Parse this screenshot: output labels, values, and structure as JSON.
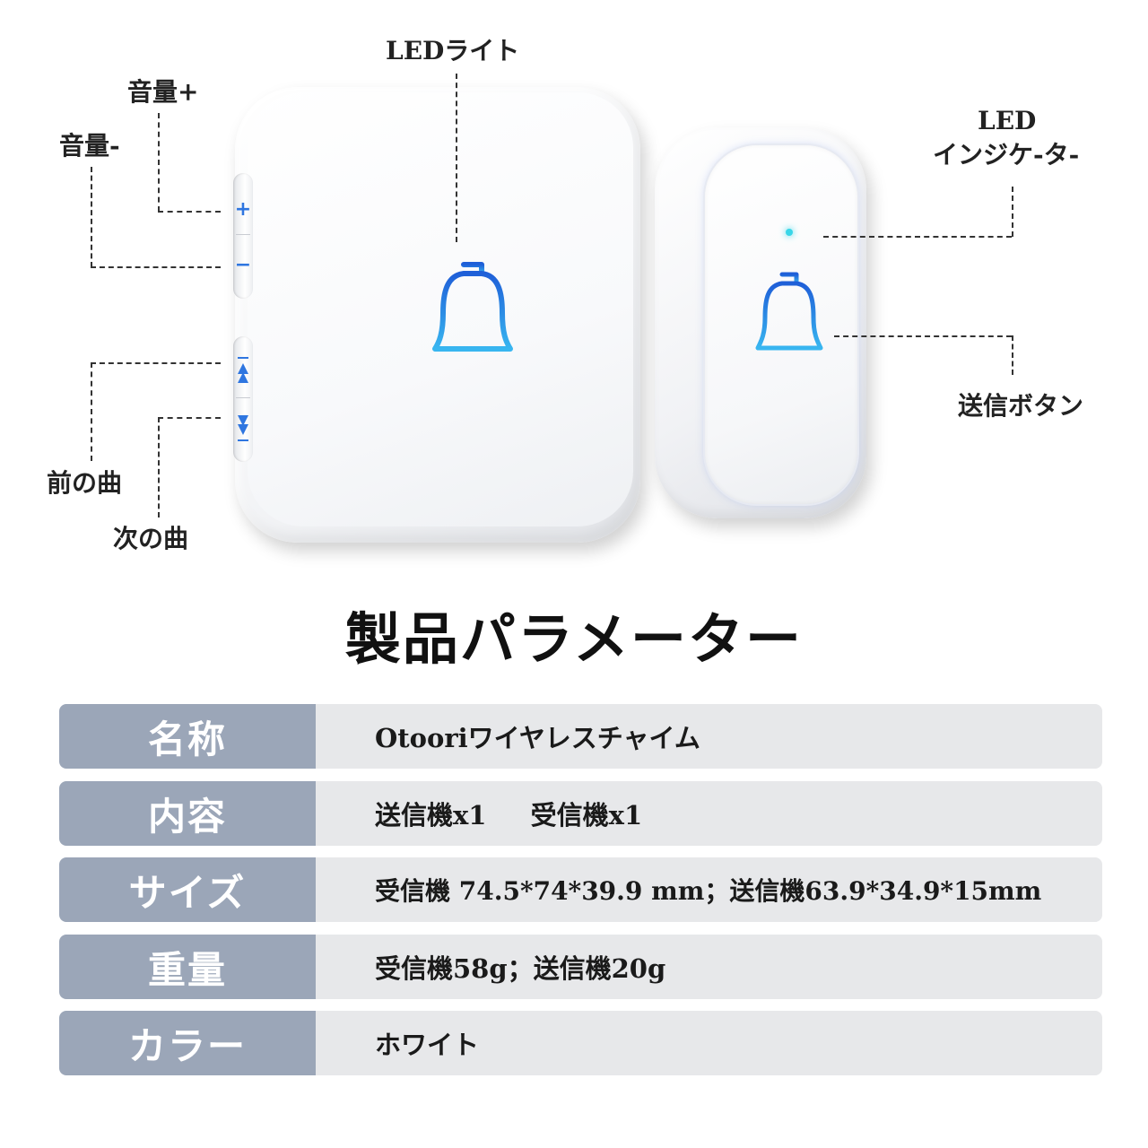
{
  "callouts": {
    "led_light": "LEDライト",
    "volume_up": "音量+",
    "volume_down": "音量-",
    "led_indicator_line1": "LED",
    "led_indicator_line2": "インジケ-タ-",
    "send_button": "送信ボタン",
    "prev_song": "前の曲",
    "next_song": "次の曲"
  },
  "receiver_buttons": {
    "plus": "+",
    "minus": "−"
  },
  "section_title": "製品パラメーター",
  "specs": [
    {
      "label": "名称",
      "value": "Otooriワイヤレスチャイム"
    },
    {
      "label": "内容",
      "value": "送信機x1　  受信機x1"
    },
    {
      "label": "サイズ",
      "value": "受信機 74.5*74*39.9 mm；送信機63.9*34.9*15mm"
    },
    {
      "label": "重量",
      "value": "受信機58g；送信機20g"
    },
    {
      "label": "カラー",
      "value": "ホワイト"
    }
  ],
  "colors": {
    "bell_blue": "#2f7fe6",
    "led_cyan": "#38d6e8",
    "label_bg": "#9ba6b8",
    "value_bg": "#e7e8ea"
  }
}
